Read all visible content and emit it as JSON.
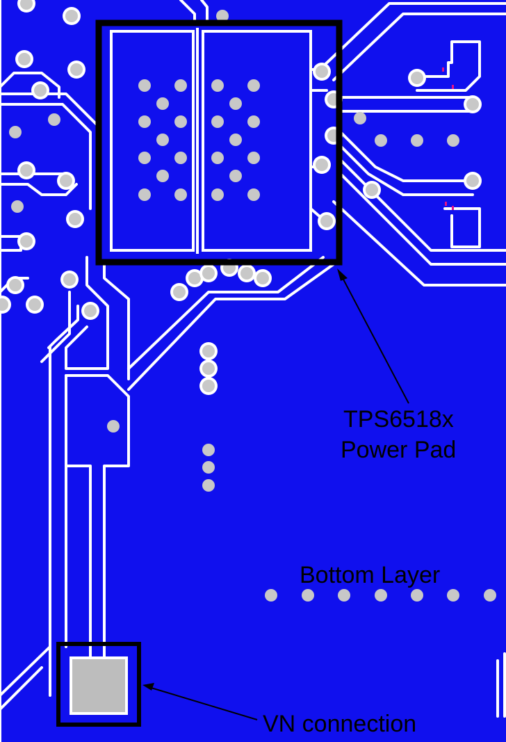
{
  "title": "",
  "colors": {
    "copper_fill": "#1010ee",
    "clearance": "#ffffff",
    "via": "#c8c8c8",
    "highlight_box": "#000000",
    "pad": "#bdbdbd",
    "marker": "#e0148c"
  },
  "annotations": {
    "power_pad_line1": "TPS6518x",
    "power_pad_line2": "Power Pad",
    "layer_label": "Bottom Layer",
    "vn_label": "VN connection"
  },
  "elements": {
    "power_pad_box": "highlight-box",
    "vn_box": "highlight-box",
    "arrow": "arrow-icon"
  }
}
